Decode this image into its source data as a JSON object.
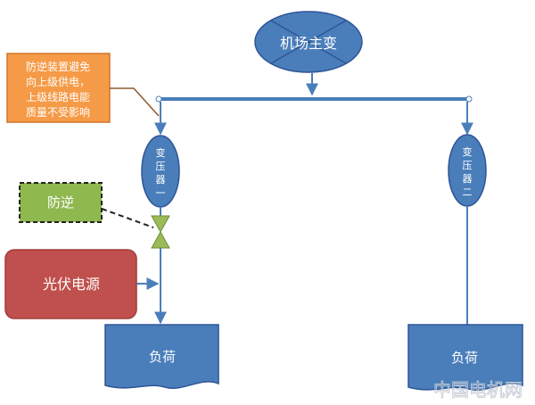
{
  "nodes": {
    "main_transformer": "机场主变",
    "transformer_1": "变压器一",
    "transformer_2": "变压器二",
    "anti_reverse": "防逆",
    "pv_source": "光伏电源",
    "load_1": "负荷",
    "load_2": "负荷"
  },
  "callout": {
    "lines": [
      "防逆装置避免",
      "向上级供电，",
      "上级线路电能",
      "质量不受影响"
    ]
  },
  "watermark": "中国电机网",
  "colors": {
    "node_fill": "#4a7ebb",
    "node_stroke": "#2f5597",
    "line": "#4a7ebb",
    "callout_fill": "#f59a46",
    "callout_stroke": "#d0762a",
    "anti_fill": "#8fb84f",
    "valve_fill": "#9bbb59",
    "pv_fill": "#c0504d",
    "pv_stroke": "#a03b39",
    "text_light": "#ffffff"
  }
}
